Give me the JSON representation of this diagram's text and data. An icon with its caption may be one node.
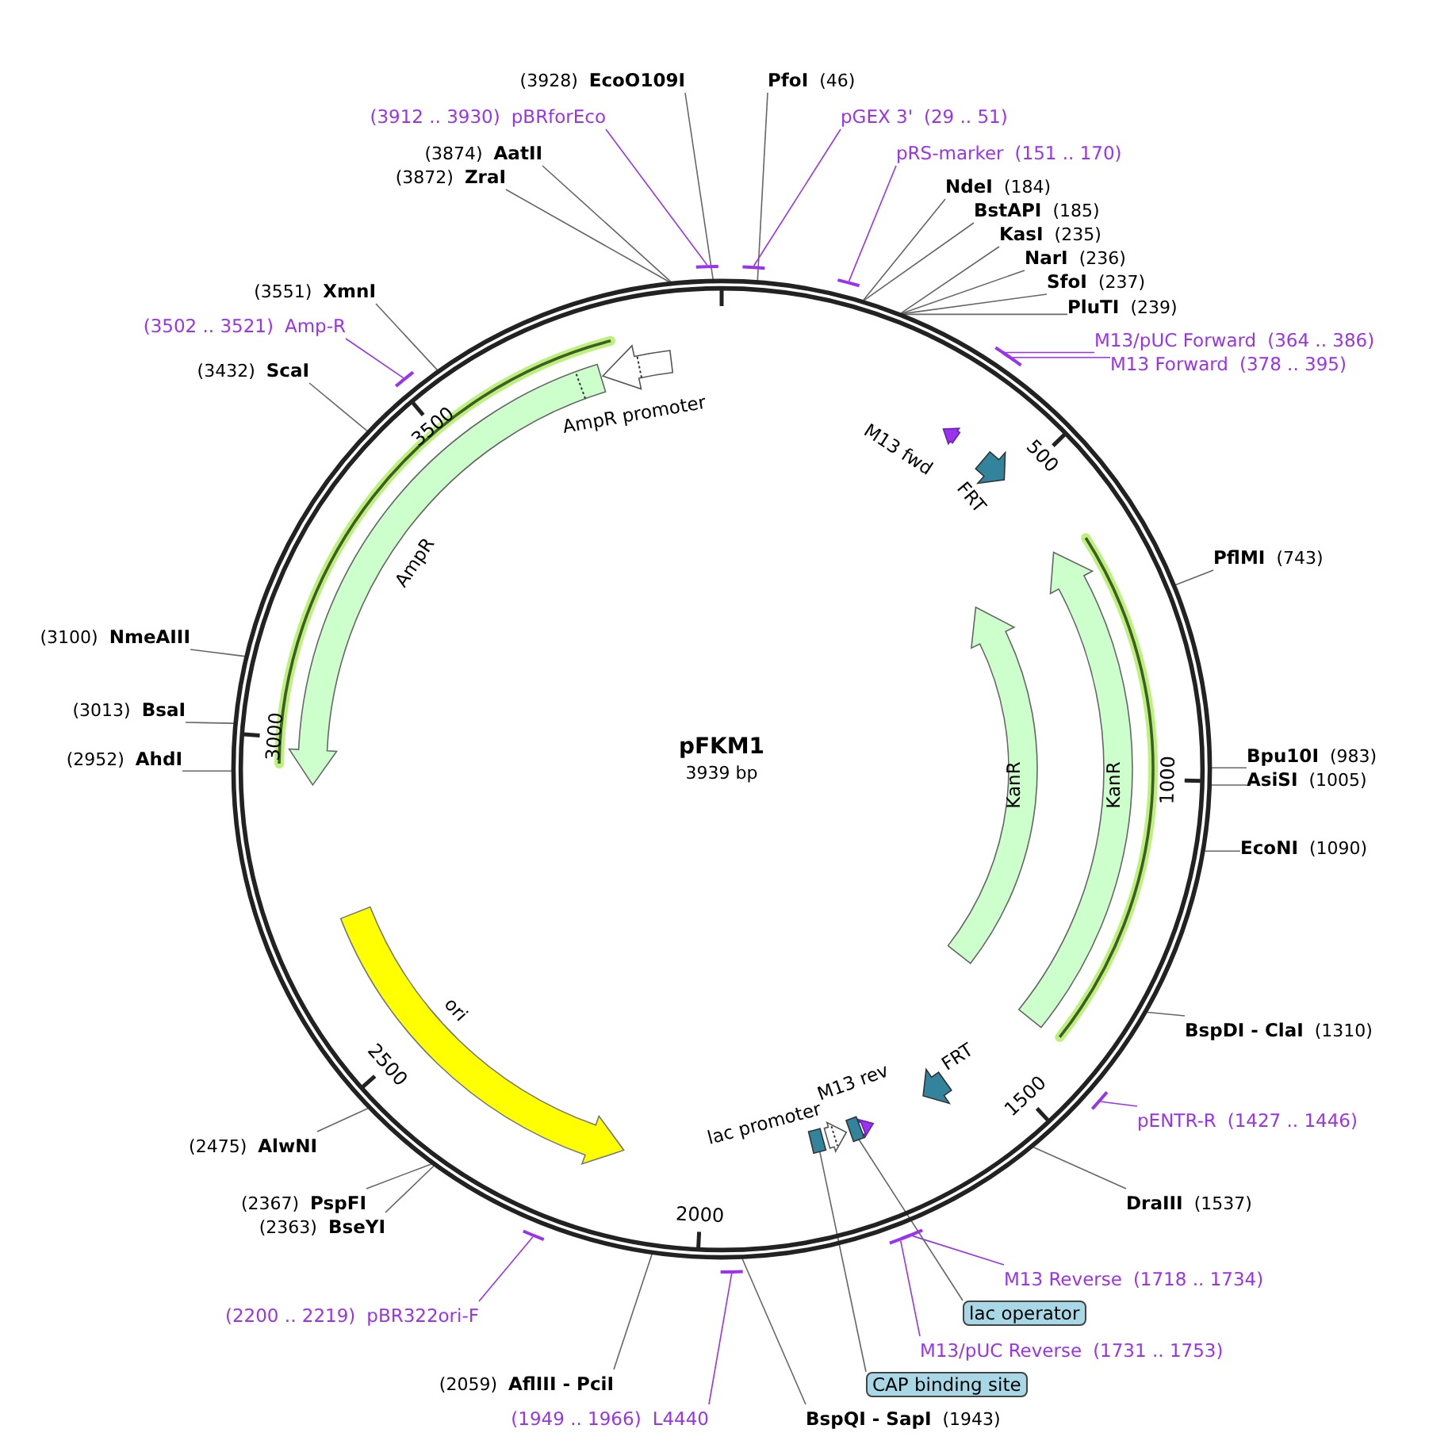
{
  "diagram": {
    "title": "pFKM1",
    "nodes": [
      {
        "text": [
          "(3928)",
          "EcoO109I"
        ]
      },
      {
        "text": [
          "PfoI",
          "(46)"
        ]
      },
      {
        "text": [
          "(3912 .. 3930)",
          "pBRforEco"
        ]
      },
      {
        "text": [
          "pGEX 3'",
          "(29 .. 51)"
        ]
      },
      {
        "text": [
          "(3874)",
          "AatII"
        ]
      },
      {
        "text": [
          "pRS-marker",
          "(151 .. 170)"
        ]
      },
      {
        "text": [
          "(3872)",
          "ZraI"
        ]
      },
      {
        "text": [
          "NdeI",
          "(184)"
        ]
      },
      {
        "text": [
          "BstAPI",
          "(185)"
        ]
      },
      {
        "text": [
          "KasI",
          "(235)"
        ]
      },
      {
        "text": [
          "NarI",
          "(236)"
        ]
      },
      {
        "text": [
          "SfoI",
          "(237)"
        ]
      },
      {
        "text": [
          "(3551)",
          "XmnI"
        ]
      },
      {
        "text": [
          "PluTI",
          "(239)"
        ]
      },
      {
        "text": [
          "(3502 .. 3521)",
          "Amp-R"
        ]
      },
      {
        "text": [
          "M13/pUC Forward",
          "(364 .. 386)"
        ]
      },
      {
        "text": [
          "M13 Forward",
          "(378 .. 395)"
        ]
      },
      {
        "text": [
          "(3432)",
          "ScaI"
        ]
      },
      {
        "text": [
          "AmpR promoter"
        ]
      },
      {
        "text": [
          "M13 fwd"
        ]
      },
      {
        "text": [
          "FRT"
        ]
      },
      {
        "text": [
          "AmpR"
        ]
      },
      {
        "text": [
          "PflMI",
          "(743)"
        ]
      },
      {
        "text": [
          "(3100)",
          "NmeAIII"
        ]
      },
      {
        "text": [
          "(3013)",
          "BsaI"
        ]
      },
      {
        "text": [
          "(2952)",
          "AhdI"
        ]
      },
      {
        "text": [
          "Bpu10I",
          "(983)"
        ]
      },
      {
        "text": [
          "AsiSI",
          "(1005)"
        ]
      },
      {
        "text": [
          "KanR"
        ]
      },
      {
        "text": [
          "KanR"
        ]
      },
      {
        "text": [
          "EcoNI",
          "(1090)"
        ]
      },
      {
        "text": [
          "ori"
        ]
      },
      {
        "text": [
          "BspDI - ClaI",
          "(1310)"
        ]
      },
      {
        "text": [
          "FRT"
        ]
      },
      {
        "text": [
          "M13 rev"
        ]
      },
      {
        "text": [
          "lac promoter"
        ]
      },
      {
        "text": [],
        "shape": "box"
      },
      {
        "text": [],
        "shape": "box"
      },
      {
        "text": [
          "pENTR-R",
          "(1427 .. 1446)"
        ]
      },
      {
        "text": [
          "(2475)",
          "AlwNI"
        ]
      },
      {
        "text": [
          "(2367)",
          "PspFI"
        ]
      },
      {
        "text": [
          "DraIII",
          "(1537)"
        ]
      },
      {
        "text": [
          "(2363)",
          "BseYI"
        ]
      },
      {
        "text": [
          "M13 Reverse",
          "(1718 .. 1734)"
        ]
      },
      {
        "text": [
          "lac operator"
        ]
      },
      {
        "text": [
          "(2200 .. 2219)",
          "pBR322ori-F"
        ]
      },
      {
        "text": [
          "M13/pUC Reverse",
          "(1731 .. 1753)"
        ]
      },
      {
        "text": [
          "(2059)",
          "AflIII - PciI"
        ]
      },
      {
        "text": [
          "CAP binding site"
        ]
      },
      {
        "text": [
          "(1949 .. 1966)",
          "L4440"
        ]
      },
      {
        "text": [
          "BspQI - SapI",
          "(1943)"
        ]
      }
    ],
    "edges": [
      {
        "from": 0,
        "to": null,
        "arrow": "none"
      },
      {
        "from": 1,
        "to": null,
        "arrow": "none"
      },
      {
        "from": 2,
        "to": null,
        "arrow": "none",
        "color": "#9933ee"
      },
      {
        "from": 3,
        "to": null,
        "arrow": "none",
        "color": "#9933ee"
      },
      {
        "from": 4,
        "to": null,
        "arrow": "none"
      },
      {
        "from": 5,
        "to": null,
        "arrow": "none",
        "color": "#9933ee"
      },
      {
        "from": 6,
        "to": null,
        "arrow": "none"
      },
      {
        "from": 7,
        "to": null,
        "arrow": "none"
      },
      {
        "from": 8,
        "to": null,
        "arrow": "none"
      },
      {
        "from": 9,
        "to": null,
        "arrow": "none"
      },
      {
        "from": 10,
        "to": null,
        "arrow": "none"
      },
      {
        "from": 11,
        "to": null,
        "arrow": "none"
      },
      {
        "from": 12,
        "to": null,
        "arrow": "none"
      },
      {
        "from": 13,
        "to": null,
        "arrow": "none"
      },
      {
        "from": 14,
        "to": null,
        "arrow": "none",
        "color": "#9933ee"
      },
      {
        "from": 15,
        "to": null,
        "arrow": "none",
        "color": "#9933ee"
      },
      {
        "from": 16,
        "to": null,
        "arrow": "none",
        "color": "#9933ee"
      },
      {
        "from": 17,
        "to": null,
        "arrow": "none"
      },
      {
        "from": 22,
        "to": null,
        "arrow": "none"
      },
      {
        "from": 23,
        "to": null,
        "arrow": "none"
      },
      {
        "from": 24,
        "to": null,
        "arrow": "none"
      },
      {
        "from": 25,
        "to": null,
        "arrow": "none"
      },
      {
        "from": 26,
        "to": null,
        "arrow": "none"
      },
      {
        "from": 27,
        "to": null,
        "arrow": "none"
      },
      {
        "from": 30,
        "to": null,
        "arrow": "none"
      },
      {
        "from": 32,
        "to": null,
        "arrow": "none"
      },
      {
        "from": 38,
        "to": null,
        "arrow": "none",
        "color": "#9933ee"
      },
      {
        "from": 39,
        "to": null,
        "arrow": "none"
      },
      {
        "from": 40,
        "to": null,
        "arrow": "none"
      },
      {
        "from": 41,
        "to": null,
        "arrow": "none"
      },
      {
        "from": 42,
        "to": null,
        "arrow": "none"
      },
      {
        "from": 43,
        "to": null,
        "arrow": "none",
        "color": "#9933ee"
      },
      {
        "from": 44,
        "to": 37,
        "arrow": "none"
      },
      {
        "from": 45,
        "to": null,
        "arrow": "none",
        "color": "#9933ee"
      },
      {
        "from": 46,
        "to": null,
        "arrow": "none",
        "color": "#9933ee"
      },
      {
        "from": 47,
        "to": null,
        "arrow": "none"
      },
      {
        "from": 48,
        "to": 36,
        "arrow": "none"
      },
      {
        "from": 49,
        "to": null,
        "arrow": "none",
        "color": "#9933ee"
      },
      {
        "from": 50,
        "to": null,
        "arrow": "none"
      }
    ],
    "labels": [
      "3939 bp",
      "500",
      "1000",
      "1500",
      "2000",
      "2500",
      "3000",
      "3500"
    ]
  }
}
